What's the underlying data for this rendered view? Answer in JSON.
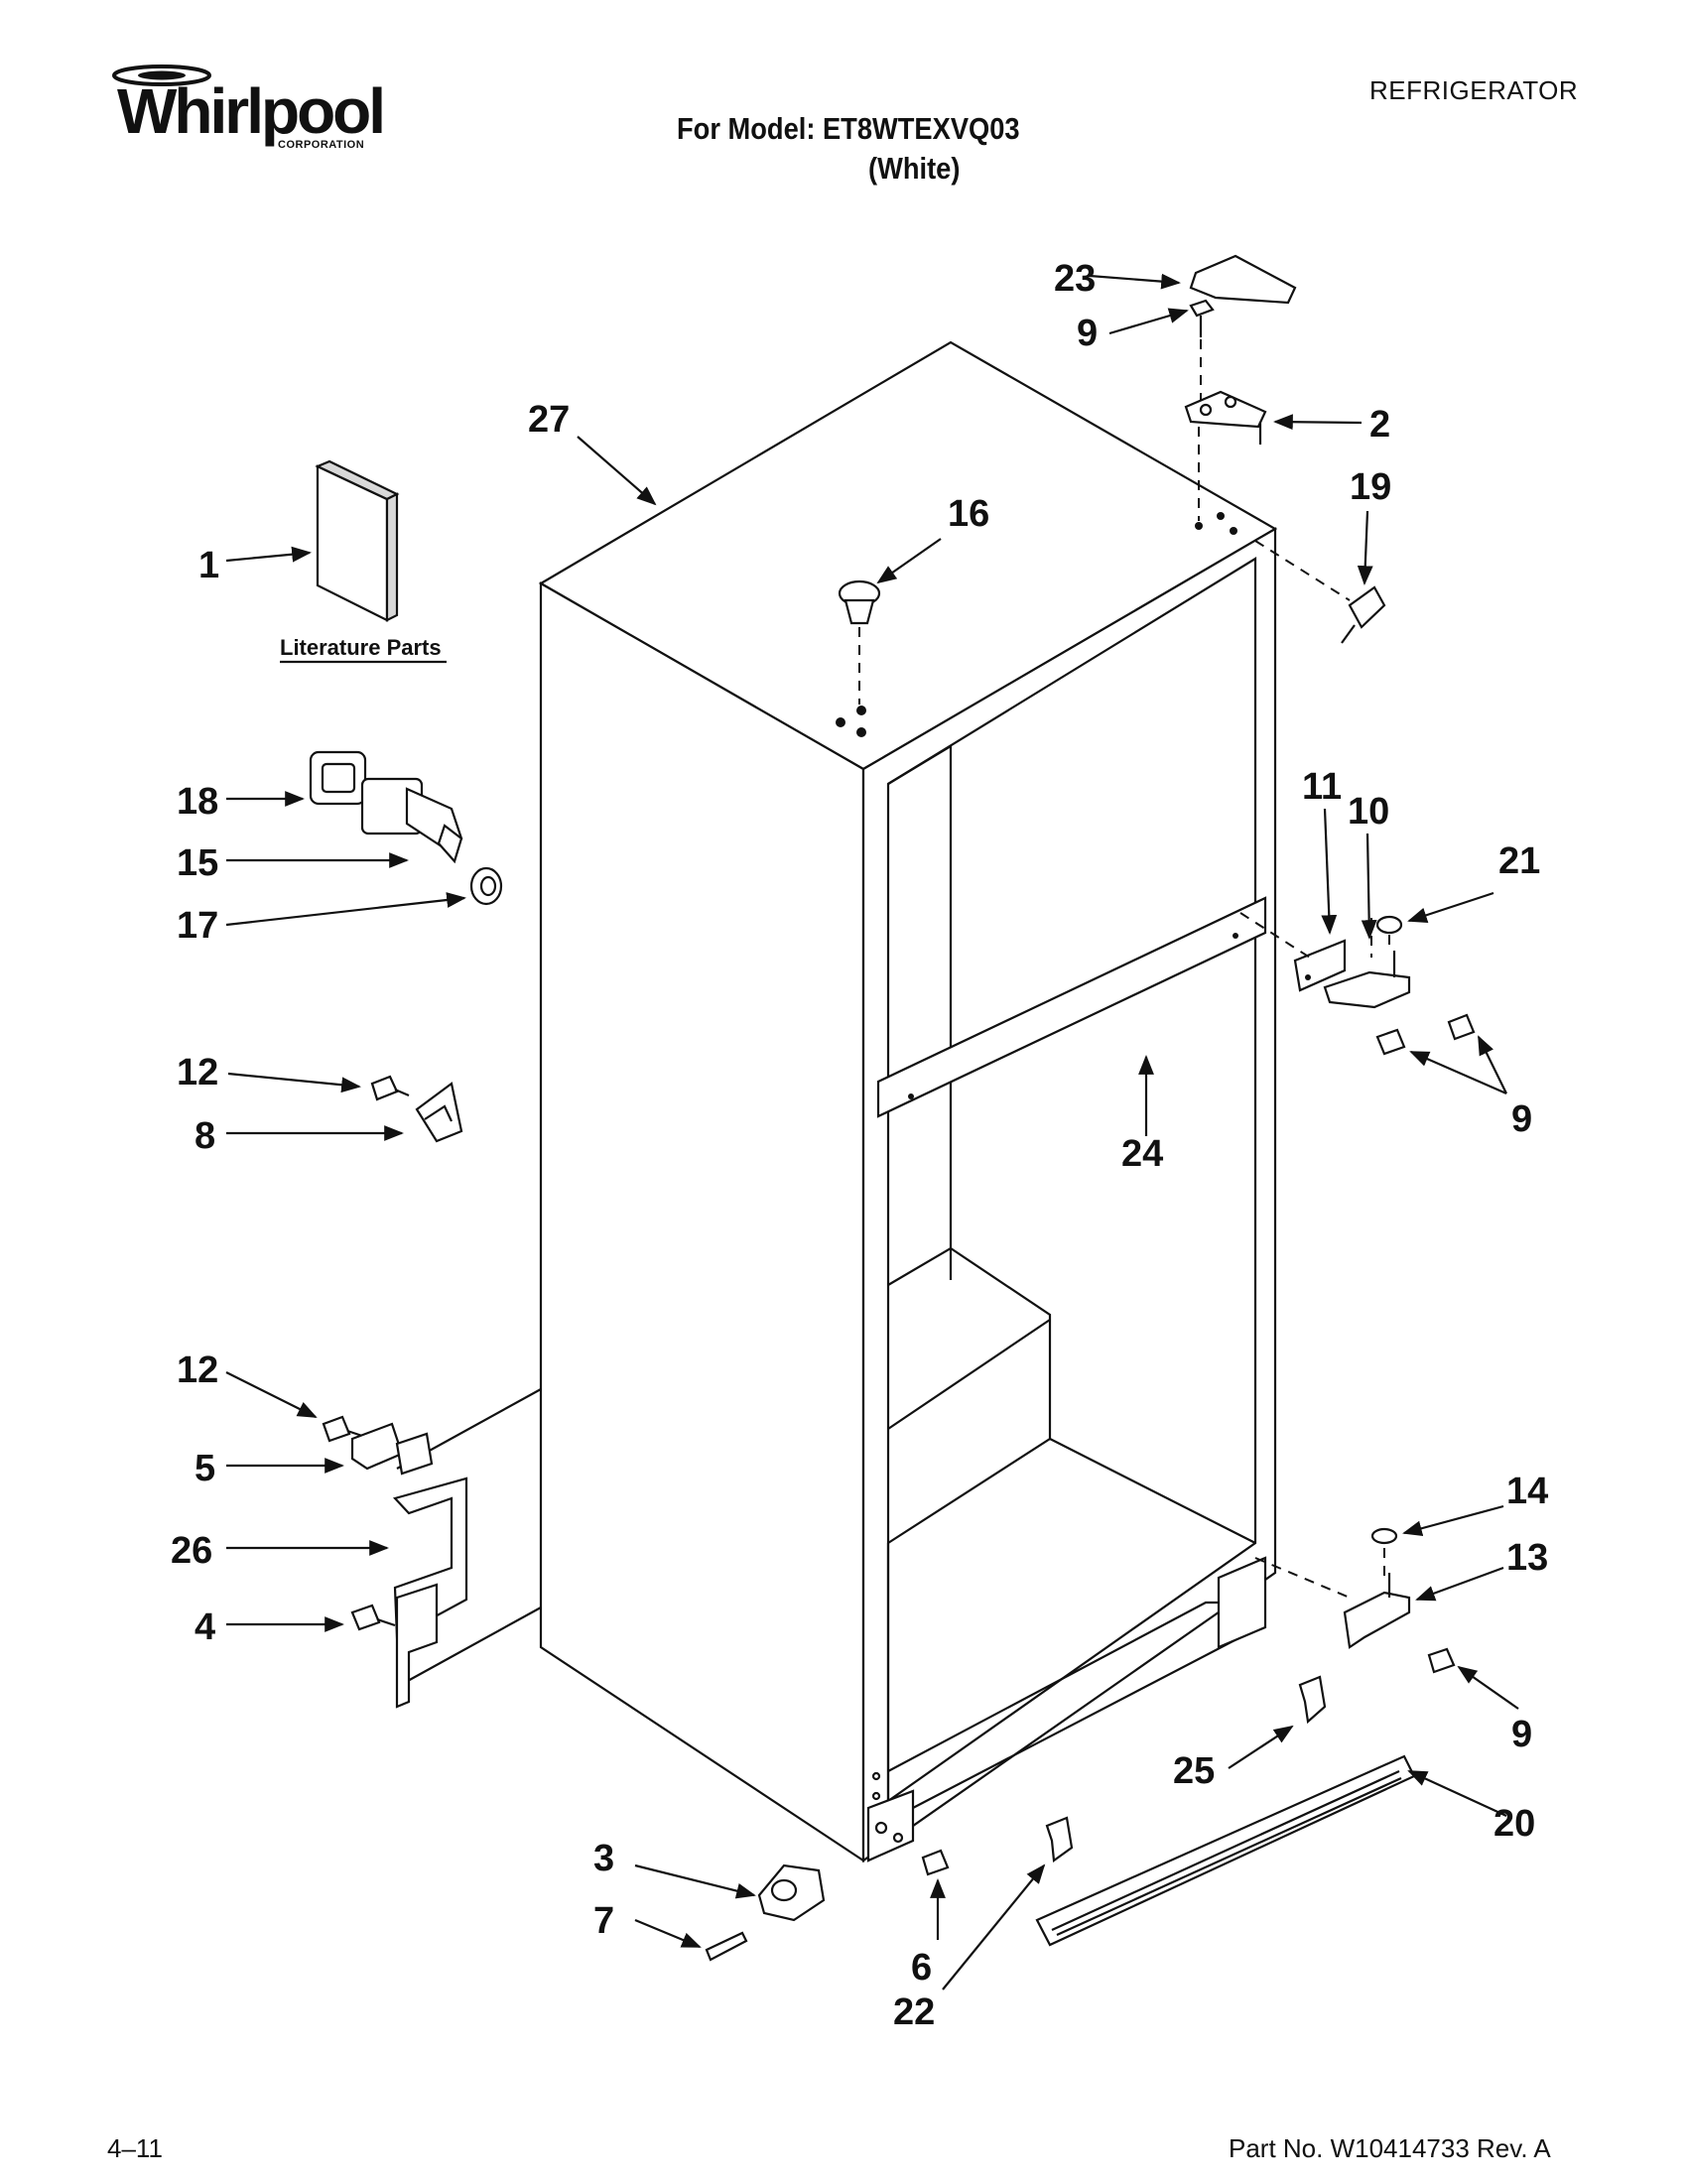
{
  "header": {
    "brand": "Whirlpool",
    "brand_sub": "CORPORATION",
    "category": "REFRIGERATOR",
    "model_line": "For Model: ET8WTEXVQ03",
    "color_line": "(White)"
  },
  "diagram": {
    "literature_label": "Literature Parts",
    "callouts": [
      "23",
      "9",
      "2",
      "27",
      "19",
      "16",
      "1",
      "18",
      "11",
      "10",
      "15",
      "21",
      "17",
      "12",
      "8",
      "24",
      "9",
      "12",
      "5",
      "14",
      "26",
      "13",
      "4",
      "9",
      "25",
      "20",
      "3",
      "7",
      "6",
      "22"
    ]
  },
  "footer": {
    "page": "4–11",
    "part_no": "Part No. W10414733 Rev. A"
  }
}
